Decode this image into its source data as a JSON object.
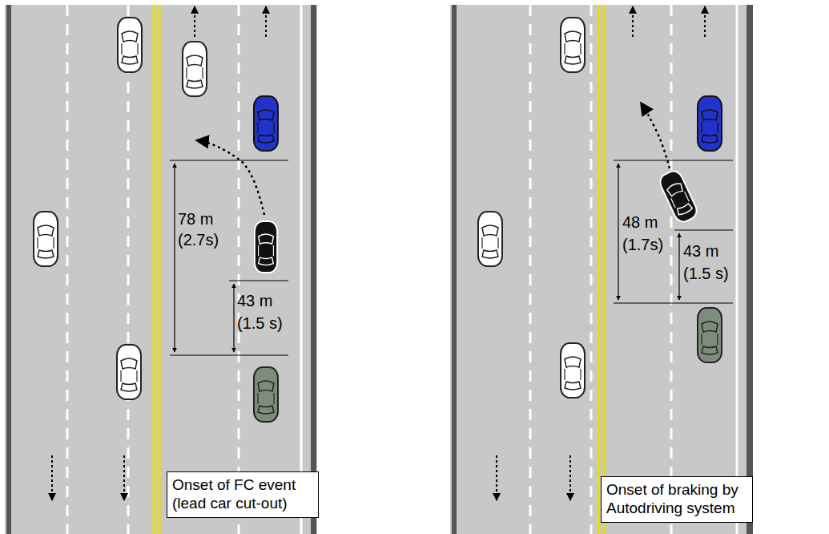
{
  "diagram": {
    "nodes": [
      {
        "text": [
          "Onset of FC event (lead car cut-out)"
        ]
      },
      {
        "text": [
          "Onset of braking by Autodriving system"
        ]
      }
    ],
    "labels": [
      "78 m",
      "(2.7s)",
      "43 m",
      "(1.5 s)",
      "48 m",
      "(1.7s)",
      "43 m",
      "(1.5 s)"
    ]
  }
}
